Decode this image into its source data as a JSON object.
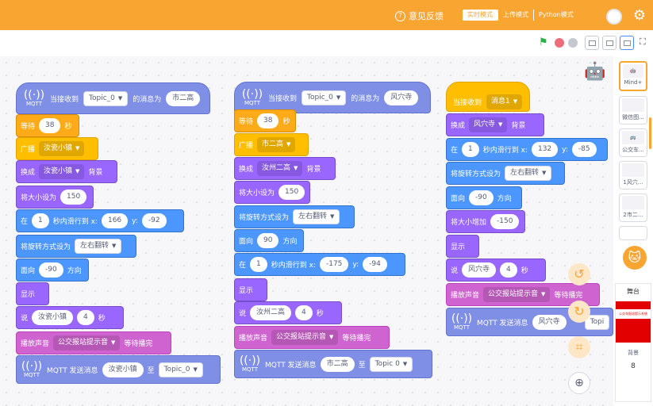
{
  "header": {
    "feedback_icon": "question-circle-icon",
    "feedback_label": "意见反馈",
    "modes": [
      {
        "label": "实时模式",
        "active": true
      },
      {
        "label": "上传模式",
        "active": false
      },
      {
        "label": "Python模式",
        "active": false
      }
    ],
    "settings_icon": "gear-icon",
    "avatar_icon": "user-avatar-icon"
  },
  "toolbar": {
    "green_flag_icon": "green-flag-icon",
    "stop_icon": "stop-icon",
    "layout_icons": [
      "small-stage-icon",
      "medium-stage-icon",
      "large-stage-icon",
      "fullscreen-icon"
    ]
  },
  "scripts": {
    "col1": {
      "hat": {
        "prefix": "MQTT",
        "label1": "当接收到",
        "topic": "Topic_0",
        "label2": "的消息为",
        "value": "市二高"
      },
      "wait": {
        "label": "等待",
        "value": "38",
        "unit": "秒"
      },
      "broadcast": {
        "label": "广播",
        "value": "汝瓷小镇"
      },
      "switch_bg": {
        "label": "换成",
        "value": "汝瓷小镇",
        "unit": "背景"
      },
      "size": {
        "label": "将大小设为",
        "value": "150"
      },
      "glide": {
        "label1": "在",
        "secs": "1",
        "label2": "秒内滑行到 x:",
        "x": "166",
        "label3": "y:",
        "y": "-92"
      },
      "rotation": {
        "label": "将旋转方式设为",
        "value": "左右翻转"
      },
      "direction": {
        "label": "面向",
        "value": "-90",
        "unit": "方向"
      },
      "show": {
        "label": "显示"
      },
      "say": {
        "label": "说",
        "value": "汝瓷小镇",
        "secs": "4",
        "unit": "秒"
      },
      "sound": {
        "label": "播放声音",
        "value": "公交报站提示音",
        "suffix": "等待播完"
      },
      "send": {
        "prefix": "MQTT",
        "label1": "MQTT 发送消息",
        "value": "汝瓷小镇",
        "label2": "至",
        "topic": "Topic_0"
      }
    },
    "col2": {
      "hat": {
        "prefix": "MQTT",
        "label1": "当接收到",
        "topic": "Topic_0",
        "label2": "的消息为",
        "value": "风穴寺"
      },
      "wait": {
        "label": "等待",
        "value": "38",
        "unit": "秒"
      },
      "broadcast": {
        "label": "广播",
        "value": "市二高"
      },
      "switch_bg": {
        "label": "换成",
        "value": "汝州二高",
        "unit": "背景"
      },
      "size": {
        "label": "将大小设为",
        "value": "150"
      },
      "rotation": {
        "label": "将旋转方式设为",
        "value": "左右翻转"
      },
      "direction": {
        "label": "面向",
        "value": "90",
        "unit": "方向"
      },
      "glide": {
        "label1": "在",
        "secs": "1",
        "label2": "秒内滑行到 x:",
        "x": "-175",
        "label3": "y:",
        "y": "-94"
      },
      "show": {
        "label": "显示"
      },
      "say": {
        "label": "说",
        "value": "汝州二高",
        "secs": "4",
        "unit": "秒"
      },
      "sound": {
        "label": "播放声音",
        "value": "公交报站提示音",
        "suffix": "等待播完"
      },
      "send": {
        "prefix": "MQTT",
        "label1": "MQTT 发送消息",
        "value": "市二高",
        "label2": "至",
        "topic": "Topic 0"
      }
    },
    "col3": {
      "hat": {
        "label": "当接收到",
        "value": "消息1"
      },
      "switch_bg": {
        "label": "换成",
        "value": "风穴寺",
        "unit": "背景"
      },
      "glide": {
        "label1": "在",
        "secs": "1",
        "label2": "秒内滑行到 x:",
        "x": "132",
        "label3": "y:",
        "y": "-85"
      },
      "rotation": {
        "label": "将旋转方式设为",
        "value": "左右翻转"
      },
      "direction": {
        "label": "面向",
        "value": "-90",
        "unit": "方向"
      },
      "size_change": {
        "label": "将大小增加",
        "value": "-150"
      },
      "show": {
        "label": "显示"
      },
      "say": {
        "label": "说",
        "value": "风穴寺",
        "secs": "4",
        "unit": "秒"
      },
      "sound": {
        "label": "播放声音",
        "value": "公交报站提示音",
        "suffix": "等待播完"
      },
      "send": {
        "prefix": "MQTT",
        "label1": "MQTT 发送消息",
        "value": "风穴寺",
        "topic": "Topi"
      }
    }
  },
  "sprites": [
    {
      "label": "Mind+",
      "selected": true
    },
    {
      "label": "微信图...",
      "selected": false
    },
    {
      "label": "公交车...",
      "selected": false
    },
    {
      "label": "1风穴...",
      "selected": false
    },
    {
      "label": "2市二...",
      "selected": false
    },
    {
      "label": "",
      "selected": false
    }
  ],
  "stage": {
    "label": "舞台",
    "thumb_text": "公交车报站提示系统",
    "bg_label": "背景",
    "bg_count": "8"
  },
  "controls": {
    "undo_icon": "undo-icon",
    "redo_icon": "redo-icon",
    "crop_icon": "crop-icon",
    "zoom_in_icon": "zoom-in-icon",
    "add_sprite_icon": "cat-add-icon"
  },
  "colors": {
    "accent": "#f8a532",
    "motion": "#4c97ff",
    "looks": "#9966ff",
    "sound": "#cf63cf",
    "event": "#ffbf00",
    "mqtt": "#7f8fe6"
  }
}
